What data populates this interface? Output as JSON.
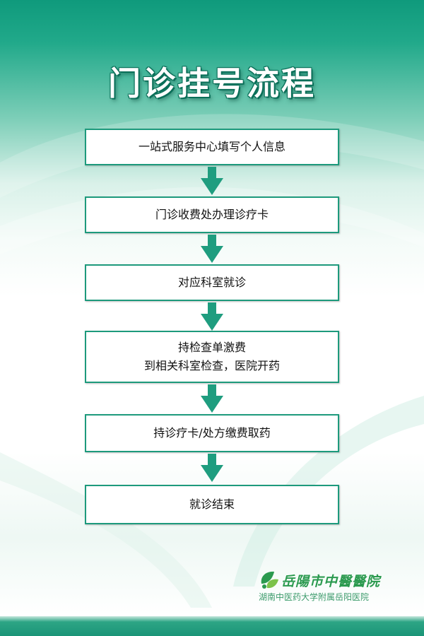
{
  "title": "门诊挂号流程",
  "colors": {
    "accent": "#1d9a7c",
    "arrow": "#1f9d7f",
    "logo": "#2b9a4f"
  },
  "steps": [
    {
      "lines": [
        "一站式服务中心填写个人信息"
      ]
    },
    {
      "lines": [
        "门诊收费处办理诊疗卡"
      ]
    },
    {
      "lines": [
        "对应科室就诊"
      ]
    },
    {
      "lines": [
        "持检查单激费",
        "到相关科室检查，医院开药"
      ]
    },
    {
      "lines": [
        "持诊疗卡/处方缴费取药"
      ]
    },
    {
      "lines": [
        "就诊结束"
      ]
    }
  ],
  "logo": {
    "name": "岳陽市中醫醫院",
    "subtitle": "湖南中医药大学附属岳阳医院",
    "icon": "leaf-logo-icon"
  }
}
